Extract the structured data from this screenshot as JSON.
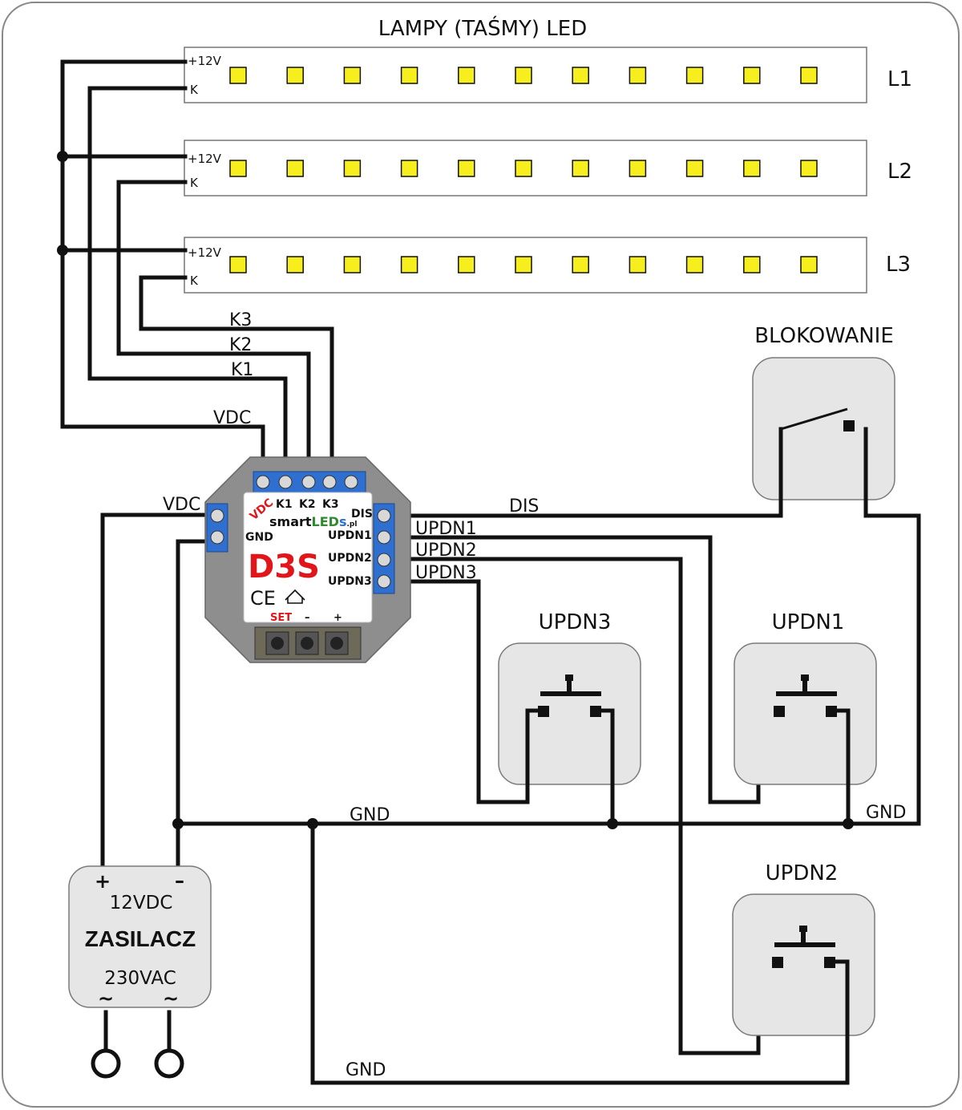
{
  "title": "LAMPY (TAŚMY) LED",
  "strips": [
    {
      "name": "L1",
      "plus_label": "+12V",
      "k_label": "K"
    },
    {
      "name": "L2",
      "plus_label": "+12V",
      "k_label": "K"
    },
    {
      "name": "L3",
      "plus_label": "+12V",
      "k_label": "K"
    }
  ],
  "led_count": 11,
  "led_color": "#f7ee1e",
  "wire_labels": {
    "k3": "K3",
    "k2": "K2",
    "k1": "K1",
    "vdc_top": "VDC",
    "vdc_left": "VDC",
    "dis": "DIS",
    "updn1": "UPDN1",
    "updn2": "UPDN2",
    "updn3": "UPDN3",
    "gnd_mid": "GND",
    "gnd_right": "GND",
    "gnd_bottom": "GND"
  },
  "controller": {
    "top_terminals": {
      "vdc": "VDC",
      "k1": "K1",
      "k2": "K2",
      "k3": "K3"
    },
    "left_terminals": {
      "gnd": "GND"
    },
    "right_terminals": {
      "dis": "DIS",
      "updn1": "UPDN1",
      "updn2": "UPDN2",
      "updn3": "UPDN3"
    },
    "brand_prefix": "smart",
    "brand_highlight": "LED",
    "brand_suffix": "s",
    "brand_tld": ".pl",
    "model": "D3S",
    "ce_mark": "CE",
    "buttons": {
      "set": "SET",
      "minus": "–",
      "plus": "+"
    },
    "model_color": "#e0161b",
    "vdc_color": "#e0161b",
    "terminal_color": "#2f6fd0",
    "housing_color": "#8e8e8e"
  },
  "switches": {
    "blokowanie": "BLOKOWANIE",
    "updn3": "UPDN3",
    "updn1": "UPDN1",
    "updn2": "UPDN2"
  },
  "power_supply": {
    "plus": "+",
    "minus": "–",
    "output": "12VDC",
    "name": "ZASILACZ",
    "input": "230VAC",
    "ac_symbol": "~"
  }
}
